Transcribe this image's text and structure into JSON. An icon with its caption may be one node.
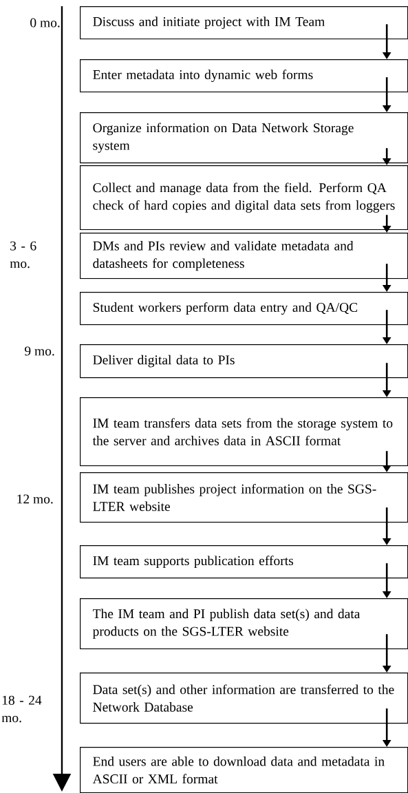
{
  "diagram": {
    "nodes": [
      {
        "text": [
          "Discuss and initiate project with IM Team"
        ]
      },
      {
        "text": [
          "Enter metadata into dynamic web forms"
        ]
      },
      {
        "text": [
          "Organize information on Data Network Storage system"
        ]
      },
      {
        "text": [
          "Collect and manage data from the field.  Perform QA check of hard copies and digital data sets from loggers"
        ]
      },
      {
        "text": [
          "DMs and PIs review and validate metadata and datasheets for completeness"
        ]
      },
      {
        "text": [
          "Student workers perform data entry and QA/QC"
        ]
      },
      {
        "text": [
          "Deliver digital data to PIs"
        ]
      },
      {
        "text": [
          "IM team transfers data sets from the storage system  to the server and archives data in ASCII format"
        ]
      },
      {
        "text": [
          "IM team publishes project information on the SGS-LTER website"
        ]
      },
      {
        "text": [
          "IM team supports publication efforts"
        ]
      },
      {
        "text": [
          "The IM team and PI publish data set(s) and data products on the SGS-LTER website"
        ]
      },
      {
        "text": [
          "Data set(s) and other information are transferred to the Network Database"
        ]
      },
      {
        "text": [
          "End users are able to download data and metadata in ASCII or XML format"
        ]
      }
    ],
    "edges": [
      {
        "from": 0,
        "to": 1,
        "arrow": "to"
      },
      {
        "from": 1,
        "to": 2,
        "arrow": "to"
      },
      {
        "from": 2,
        "to": 3,
        "arrow": "to"
      },
      {
        "from": 3,
        "to": 4,
        "arrow": "to"
      },
      {
        "from": 4,
        "to": 5,
        "arrow": "to"
      },
      {
        "from": 5,
        "to": 6,
        "arrow": "to"
      },
      {
        "from": 6,
        "to": 7,
        "arrow": "to"
      },
      {
        "from": 7,
        "to": 8,
        "arrow": "to"
      },
      {
        "from": 8,
        "to": 9,
        "arrow": "to"
      },
      {
        "from": 9,
        "to": 10,
        "arrow": "to"
      },
      {
        "from": 10,
        "to": 11,
        "arrow": "to"
      },
      {
        "from": 11,
        "to": 12,
        "arrow": "to"
      }
    ],
    "labels": [
      "0 mo.",
      "3 - 6 mo.",
      "9 mo.",
      "12 mo.",
      "18 - 24 mo."
    ]
  }
}
